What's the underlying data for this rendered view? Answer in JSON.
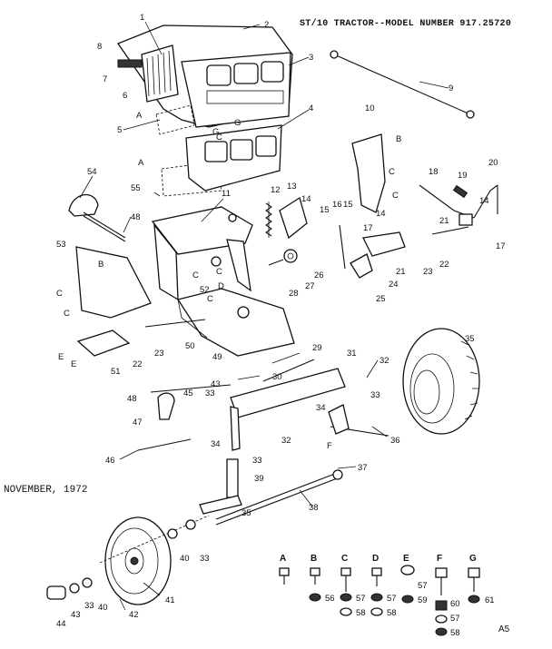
{
  "header": {
    "title": "ST/10 TRACTOR--MODEL NUMBER 917.25720"
  },
  "date": "NOVEMBER, 1972",
  "page_code": "A5",
  "callouts": [
    {
      "id": "c1",
      "text": "1"
    },
    {
      "id": "c2",
      "text": "2"
    },
    {
      "id": "c3",
      "text": "3"
    },
    {
      "id": "c4",
      "text": "4"
    },
    {
      "id": "c5",
      "text": "5"
    },
    {
      "id": "c6",
      "text": "6"
    },
    {
      "id": "c7",
      "text": "7"
    },
    {
      "id": "c8",
      "text": "8"
    },
    {
      "id": "c9",
      "text": "9"
    },
    {
      "id": "c10",
      "text": "10"
    },
    {
      "id": "c11",
      "text": "11"
    },
    {
      "id": "c12",
      "text": "12"
    },
    {
      "id": "c13",
      "text": "13"
    },
    {
      "id": "c14a",
      "text": "14"
    },
    {
      "id": "c14b",
      "text": "14"
    },
    {
      "id": "c14c",
      "text": "14"
    },
    {
      "id": "c15a",
      "text": "15"
    },
    {
      "id": "c15b",
      "text": "15"
    },
    {
      "id": "c16",
      "text": "16"
    },
    {
      "id": "c17a",
      "text": "17"
    },
    {
      "id": "c17b",
      "text": "17"
    },
    {
      "id": "c18",
      "text": "18"
    },
    {
      "id": "c19",
      "text": "19"
    },
    {
      "id": "c20",
      "text": "20"
    },
    {
      "id": "c21a",
      "text": "21"
    },
    {
      "id": "c21b",
      "text": "21"
    },
    {
      "id": "c22a",
      "text": "22"
    },
    {
      "id": "c22b",
      "text": "22"
    },
    {
      "id": "c23a",
      "text": "23"
    },
    {
      "id": "c23b",
      "text": "23"
    },
    {
      "id": "c24",
      "text": "24"
    },
    {
      "id": "c25",
      "text": "25"
    },
    {
      "id": "c26",
      "text": "26"
    },
    {
      "id": "c27",
      "text": "27"
    },
    {
      "id": "c28",
      "text": "28"
    },
    {
      "id": "c29",
      "text": "29"
    },
    {
      "id": "c30",
      "text": "30"
    },
    {
      "id": "c31",
      "text": "31"
    },
    {
      "id": "c32a",
      "text": "32"
    },
    {
      "id": "c32b",
      "text": "32"
    },
    {
      "id": "c33a",
      "text": "33"
    },
    {
      "id": "c33b",
      "text": "33"
    },
    {
      "id": "c33c",
      "text": "33"
    },
    {
      "id": "c33d",
      "text": "33"
    },
    {
      "id": "c33e",
      "text": "33"
    },
    {
      "id": "c34a",
      "text": "34"
    },
    {
      "id": "c34b",
      "text": "34"
    },
    {
      "id": "c35a",
      "text": "35"
    },
    {
      "id": "c35b",
      "text": "35"
    },
    {
      "id": "c36",
      "text": "36"
    },
    {
      "id": "c37",
      "text": "37"
    },
    {
      "id": "c38",
      "text": "38"
    },
    {
      "id": "c39",
      "text": "39"
    },
    {
      "id": "c40a",
      "text": "40"
    },
    {
      "id": "c40b",
      "text": "40"
    },
    {
      "id": "c41",
      "text": "41"
    },
    {
      "id": "c42",
      "text": "42"
    },
    {
      "id": "c43a",
      "text": "43"
    },
    {
      "id": "c43b",
      "text": "43"
    },
    {
      "id": "c44",
      "text": "44"
    },
    {
      "id": "c45",
      "text": "45"
    },
    {
      "id": "c46",
      "text": "46"
    },
    {
      "id": "c47",
      "text": "47"
    },
    {
      "id": "c48a",
      "text": "48"
    },
    {
      "id": "c48b",
      "text": "48"
    },
    {
      "id": "c49",
      "text": "49"
    },
    {
      "id": "c50",
      "text": "50"
    },
    {
      "id": "c51",
      "text": "51"
    },
    {
      "id": "c52",
      "text": "52"
    },
    {
      "id": "c53",
      "text": "53"
    },
    {
      "id": "c54",
      "text": "54"
    },
    {
      "id": "c55",
      "text": "55"
    },
    {
      "id": "c56",
      "text": "56"
    },
    {
      "id": "c57a",
      "text": "57"
    },
    {
      "id": "c57b",
      "text": "57"
    },
    {
      "id": "c57c",
      "text": "57"
    },
    {
      "id": "c57d",
      "text": "57"
    },
    {
      "id": "c58a",
      "text": "58"
    },
    {
      "id": "c58b",
      "text": "58"
    },
    {
      "id": "c58c",
      "text": "58"
    },
    {
      "id": "c59",
      "text": "59"
    },
    {
      "id": "c60",
      "text": "60"
    },
    {
      "id": "c61",
      "text": "61"
    },
    {
      "id": "kA1",
      "text": "A"
    },
    {
      "id": "kA2",
      "text": "A"
    },
    {
      "id": "kB1",
      "text": "B"
    },
    {
      "id": "kB2",
      "text": "B"
    },
    {
      "id": "kC1",
      "text": "C"
    },
    {
      "id": "kC2",
      "text": "C"
    },
    {
      "id": "kC3",
      "text": "C"
    },
    {
      "id": "kC4",
      "text": "C"
    },
    {
      "id": "kC5",
      "text": "C"
    },
    {
      "id": "kC6",
      "text": "C"
    },
    {
      "id": "kC7",
      "text": "C"
    },
    {
      "id": "kC8",
      "text": "C"
    },
    {
      "id": "kD1",
      "text": "D"
    },
    {
      "id": "kE1",
      "text": "E"
    },
    {
      "id": "kE2",
      "text": "E"
    },
    {
      "id": "kF1",
      "text": "F"
    },
    {
      "id": "kG1",
      "text": "G"
    },
    {
      "id": "kG2",
      "text": "G"
    }
  ],
  "fastener_key": [
    {
      "letter": "A"
    },
    {
      "letter": "B"
    },
    {
      "letter": "C"
    },
    {
      "letter": "D"
    },
    {
      "letter": "E"
    },
    {
      "letter": "F"
    },
    {
      "letter": "G"
    }
  ]
}
